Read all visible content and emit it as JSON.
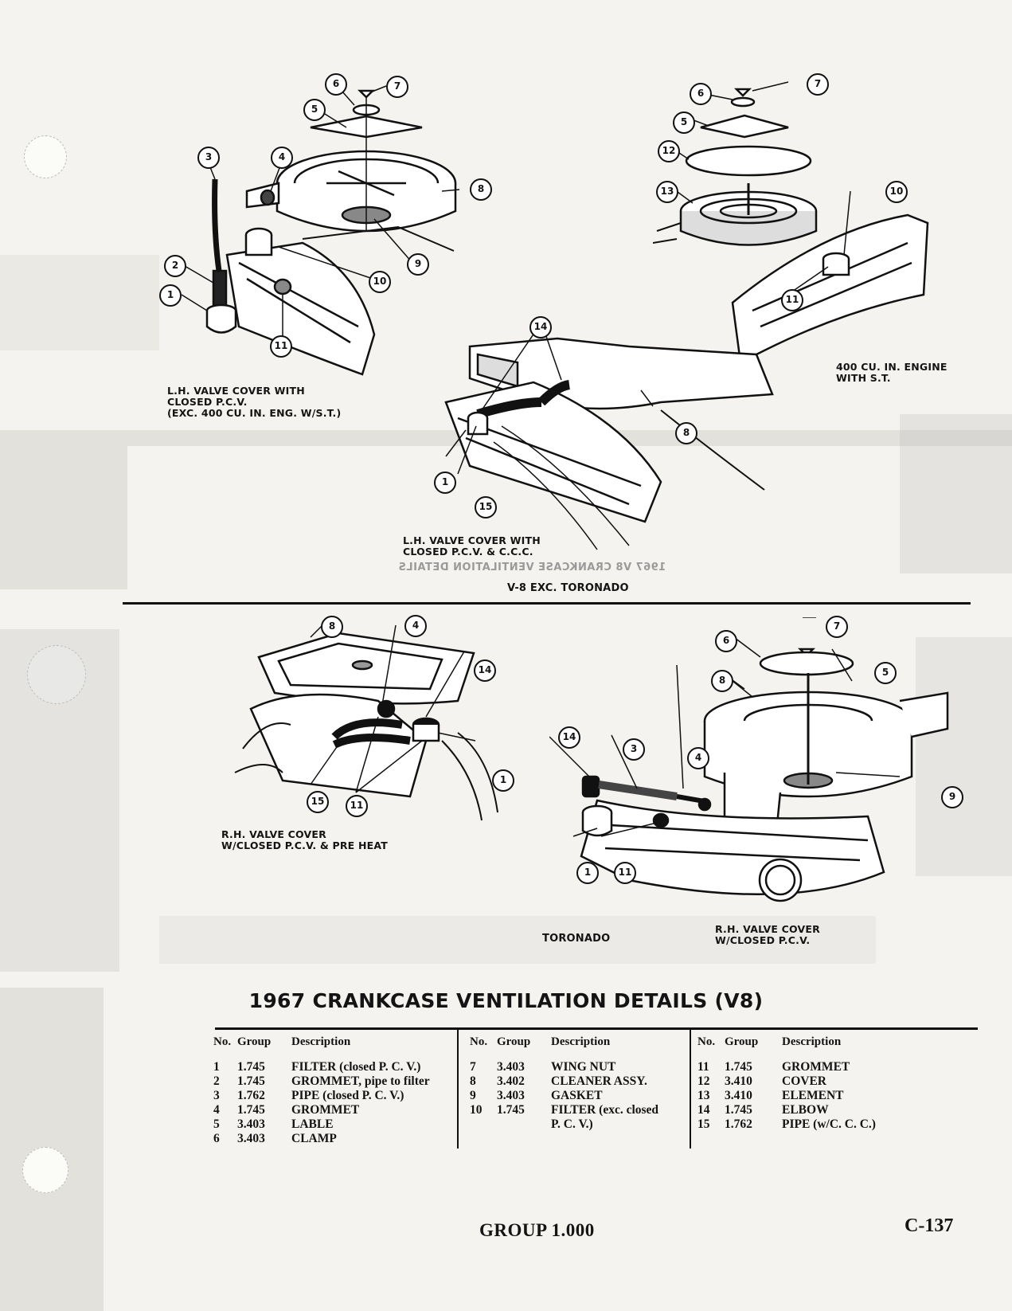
{
  "diagrams": {
    "top_left": {
      "caption": [
        "L.H. VALVE COVER WITH",
        "CLOSED P.C.V.",
        "(EXC. 400 CU. IN. ENG. W/S.T.)"
      ],
      "callouts": [
        "6",
        "7",
        "5",
        "3",
        "4",
        "8",
        "2",
        "10",
        "1",
        "9",
        "11"
      ]
    },
    "top_right": {
      "caption": [
        "400 CU. IN. ENGINE",
        "WITH S.T."
      ],
      "callouts": [
        "6",
        "7",
        "5",
        "12",
        "13",
        "10",
        "11"
      ]
    },
    "top_center": {
      "caption": [
        "L.H. VALVE COVER WITH",
        "CLOSED P.C.V. & C.C.C."
      ],
      "callouts": [
        "14",
        "8",
        "1",
        "15"
      ]
    },
    "section_label": "V-8 EXC. TORONADO",
    "bottom_left": {
      "caption": [
        "R.H. VALVE COVER",
        "W/CLOSED P.C.V. & PRE HEAT"
      ],
      "callouts": [
        "8",
        "4",
        "14",
        "1",
        "15",
        "11"
      ]
    },
    "bottom_right": {
      "caption_toronado": "TORONADO",
      "caption": [
        "R.H. VALVE COVER",
        "W/CLOSED P.C.V."
      ],
      "callouts": [
        "7",
        "6",
        "5",
        "8",
        "14",
        "3",
        "4",
        "9",
        "1",
        "11"
      ]
    }
  },
  "title": "1967 CRANKCASE VENTILATION DETAILS (V8)",
  "parts_table": {
    "headers": {
      "no": "No.",
      "group": "Group",
      "description": "Description"
    },
    "columns": [
      [
        {
          "no": "1",
          "group": "1.745",
          "desc": "FILTER (closed P. C. V.)"
        },
        {
          "no": "2",
          "group": "1.745",
          "desc": "GROMMET, pipe to filter"
        },
        {
          "no": "3",
          "group": "1.762",
          "desc": "PIPE (closed P. C. V.)"
        },
        {
          "no": "4",
          "group": "1.745",
          "desc": "GROMMET"
        },
        {
          "no": "5",
          "group": "3.403",
          "desc": "LABLE"
        },
        {
          "no": "6",
          "group": "3.403",
          "desc": "CLAMP"
        }
      ],
      [
        {
          "no": "7",
          "group": "3.403",
          "desc": "WING NUT"
        },
        {
          "no": "8",
          "group": "3.402",
          "desc": "CLEANER ASSY."
        },
        {
          "no": "9",
          "group": "3.403",
          "desc": "GASKET"
        },
        {
          "no": "10",
          "group": "1.745",
          "desc": "FILTER (exc. closed"
        },
        {
          "no": "",
          "group": "",
          "desc": "P. C. V.)"
        }
      ],
      [
        {
          "no": "11",
          "group": "1.745",
          "desc": "GROMMET"
        },
        {
          "no": "12",
          "group": "3.410",
          "desc": "COVER"
        },
        {
          "no": "13",
          "group": "3.410",
          "desc": "ELEMENT"
        },
        {
          "no": "14",
          "group": "1.745",
          "desc": "ELBOW"
        },
        {
          "no": "15",
          "group": "1.762",
          "desc": "PIPE (w/C. C. C.)"
        }
      ]
    ]
  },
  "footer": {
    "group": "GROUP 1.000",
    "page": "C-137"
  }
}
